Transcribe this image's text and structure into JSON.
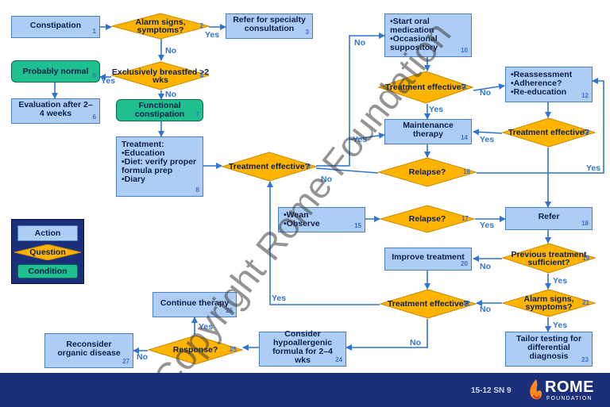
{
  "nodes": {
    "n1": {
      "label": "Constipation",
      "num": "1"
    },
    "n2": {
      "label": "Alarm signs, symptoms?",
      "num": "2"
    },
    "n3": {
      "label": "Refer for specialty consultation",
      "num": "3"
    },
    "n4": {
      "label": "Exclusively breastfed >2 wks",
      "num": "4"
    },
    "n5": {
      "label": "Probably normal",
      "num": "5"
    },
    "n6": {
      "label": "Evaluation after 2–4 weeks",
      "num": "6"
    },
    "n7": {
      "label": "Functional constipation",
      "num": "7"
    },
    "n8": {
      "title": "Treatment:",
      "items": [
        "•Education",
        "•Diet: verify proper formula prep",
        "•Diary"
      ],
      "num": "8"
    },
    "n9": {
      "label": "Treatment effective?",
      "num": "9"
    },
    "n10": {
      "items": [
        "•Start oral medication",
        "•Occasional suppository"
      ],
      "num": "10"
    },
    "n11": {
      "label": "Treatment effective?",
      "num": "11"
    },
    "n12": {
      "items": [
        "•Reassessment",
        "•Adherence?",
        "•Re-education"
      ],
      "num": "12"
    },
    "n13": {
      "label": "Treatment effective?",
      "num": "13"
    },
    "n14": {
      "label": "Maintenance therapy",
      "num": "14"
    },
    "n15": {
      "items": [
        "•Wean",
        "•Observe"
      ],
      "num": "15"
    },
    "n16": {
      "label": "Relapse?",
      "num": "16"
    },
    "n17": {
      "label": "Relapse?",
      "num": "17"
    },
    "n18": {
      "label": "Refer",
      "num": "18"
    },
    "n19": {
      "label": "Previous treatment sufficient?",
      "num": "19"
    },
    "n20": {
      "label": "Improve treatment",
      "num": "20"
    },
    "n21": {
      "label": "Alarm signs, symptoms?",
      "num": "21"
    },
    "n22": {
      "label": "Treatment effective?",
      "num": "22"
    },
    "n23": {
      "label": "Tailor testing for differential diagnosis",
      "num": "23"
    },
    "n24": {
      "label": "Consider hypoallergenic formula for 2–4 wks",
      "num": "24"
    },
    "n25": {
      "label": "Response?",
      "num": "25"
    },
    "n26": {
      "label": "Continue therapy",
      "num": "26"
    },
    "n27": {
      "label": "Reconsider organic disease",
      "num": "27"
    }
  },
  "edge_labels": {
    "yes": "Yes",
    "no": "No"
  },
  "legend": {
    "action": "Action",
    "question": "Question",
    "condition": "Condition"
  },
  "footer": {
    "code": "15-12  SN 9",
    "logo_name": "ROME",
    "logo_sub": "FOUNDATION"
  },
  "watermark": "Copyright Rome Foundation",
  "colors": {
    "action_fill": "#aecdf4",
    "question_fill": "#ffb400",
    "condition_fill": "#1fbf8f",
    "line": "#2e74d0",
    "footer": "#1b2f7a"
  }
}
